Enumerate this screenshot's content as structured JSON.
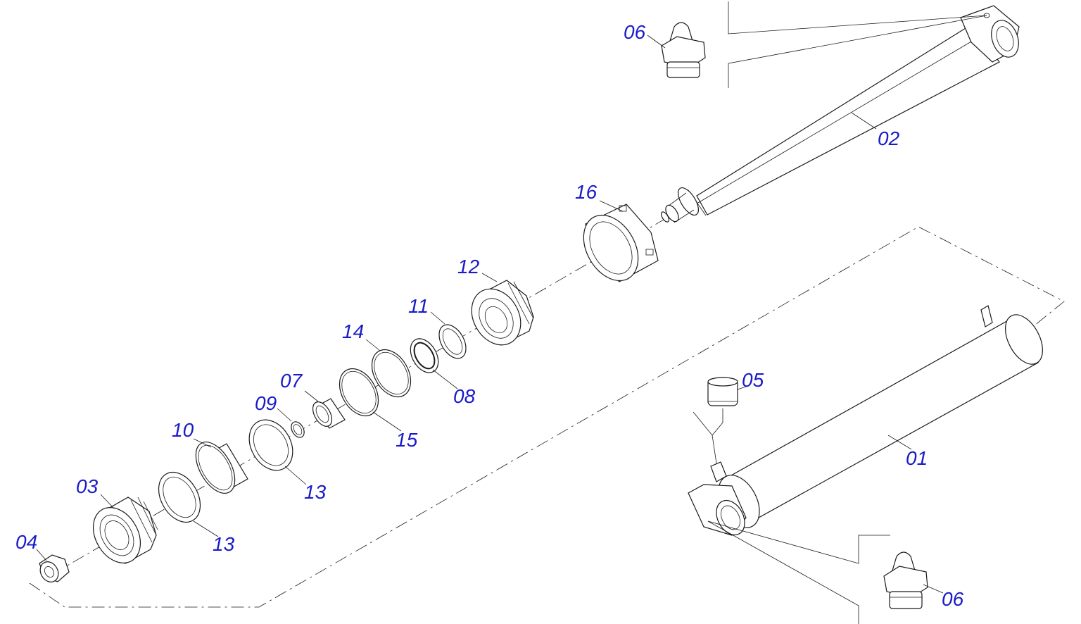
{
  "diagram": {
    "callouts": {
      "c01": "01",
      "c02": "02",
      "c03": "03",
      "c04": "04",
      "c05": "05",
      "c06a": "06",
      "c06b": "06",
      "c07": "07",
      "c08": "08",
      "c09": "09",
      "c10": "10",
      "c11": "11",
      "c12": "12",
      "c13a": "13",
      "c13b": "13",
      "c14": "14",
      "c15": "15",
      "c16": "16"
    },
    "colors": {
      "callout_text": "#1a1ac8",
      "line_art": "#1a1a1a",
      "background": "#ffffff"
    }
  }
}
